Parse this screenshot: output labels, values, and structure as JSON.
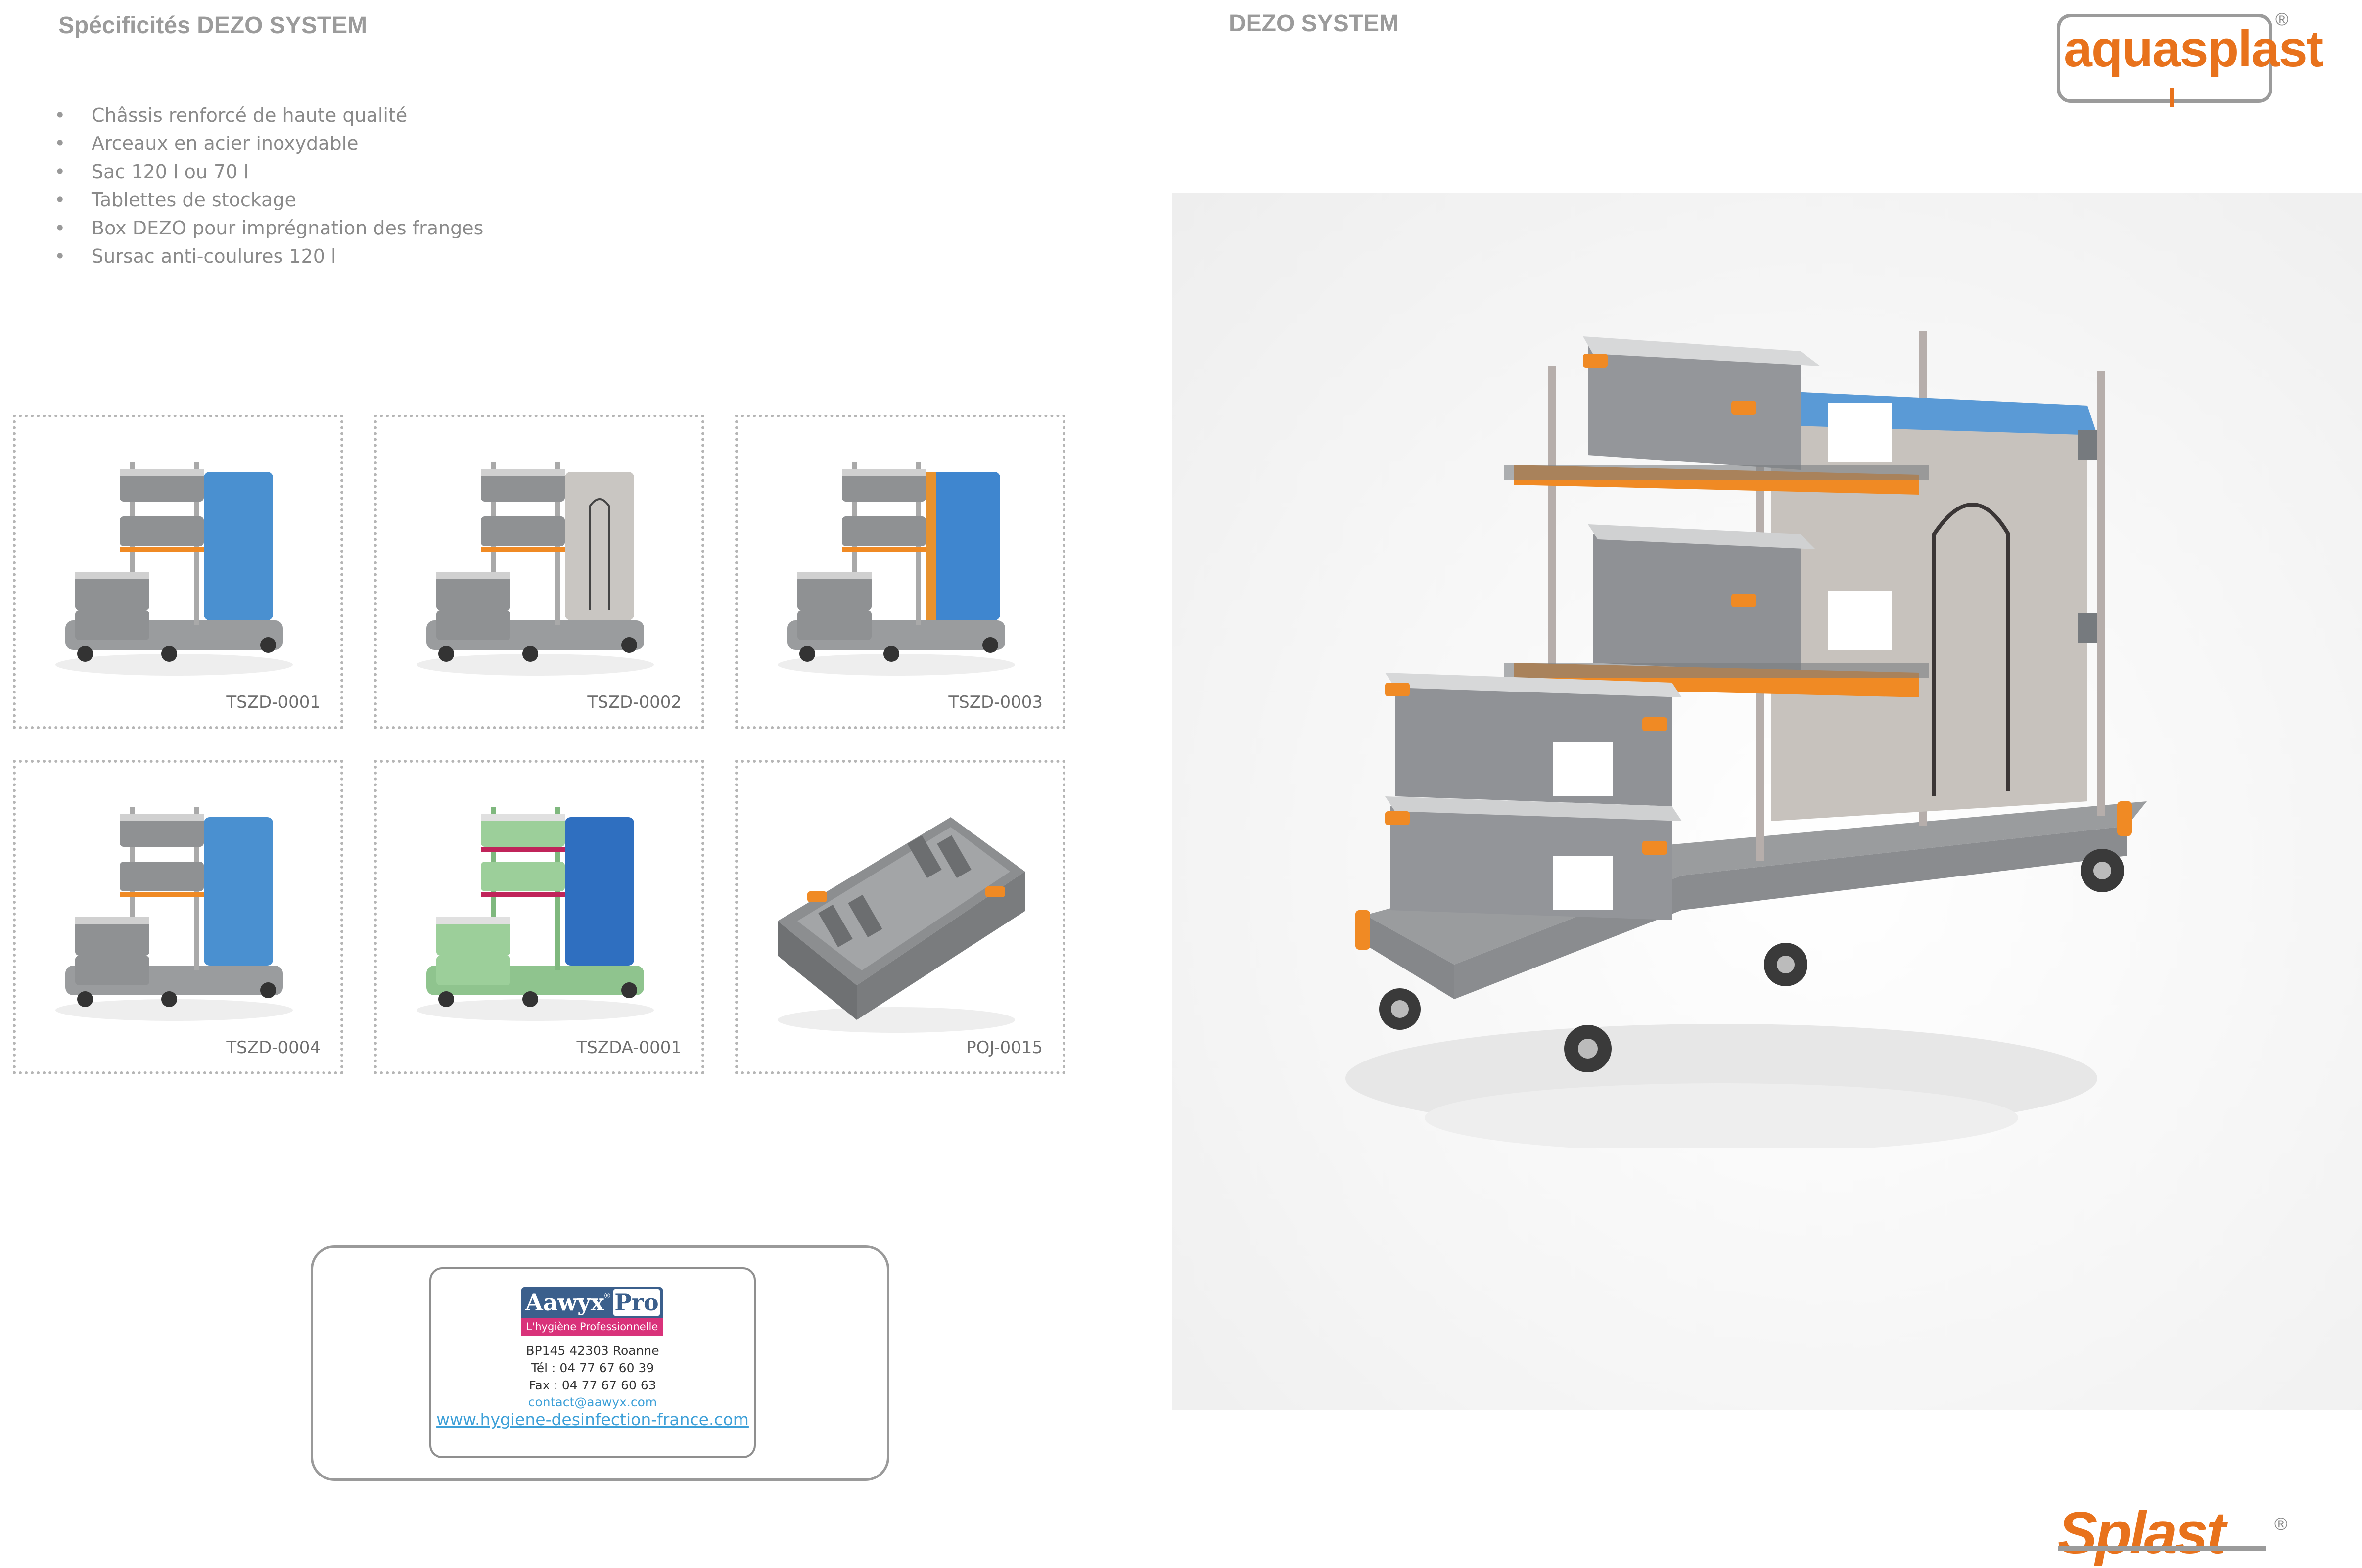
{
  "header": {
    "left_title": "Spécificités DEZO SYSTEM",
    "center_title": "DEZO SYSTEM"
  },
  "features": [
    "Châssis renforcé de haute qualité",
    "Arceaux en acier inoxydable",
    "Sac 120 l ou 70 l",
    "Tablettes de stockage",
    "Box DEZO pour imprégnation des franges",
    "Sursac anti-coulures 120 l"
  ],
  "products": [
    {
      "code": "TSZD-0001",
      "variant": "blue-bag"
    },
    {
      "code": "TSZD-0002",
      "variant": "grey-bag"
    },
    {
      "code": "TSZD-0003",
      "variant": "blue-bag-open"
    },
    {
      "code": "TSZD-0004",
      "variant": "blue-bag"
    },
    {
      "code": "TSZDA-0001",
      "variant": "green-frame"
    },
    {
      "code": "POJ-0015",
      "variant": "box"
    }
  ],
  "brand": {
    "logo_text": "aquasplast",
    "logo_reg": "®",
    "footer_logo_text": "Splast",
    "footer_reg": "®",
    "accent_color": "#e8721c"
  },
  "contact": {
    "logo_name": "Aawyx",
    "logo_reg": "®",
    "logo_suffix": "Pro",
    "tagline": "L'hygiène Professionnelle",
    "address": "BP145 42303 Roanne",
    "tel": "Tél : 04 77 67 60 39",
    "fax": "Fax : 04 77 67 60 63",
    "email": "contact@aawyx.com",
    "website": "www.hygiene-desinfection-france.com"
  }
}
